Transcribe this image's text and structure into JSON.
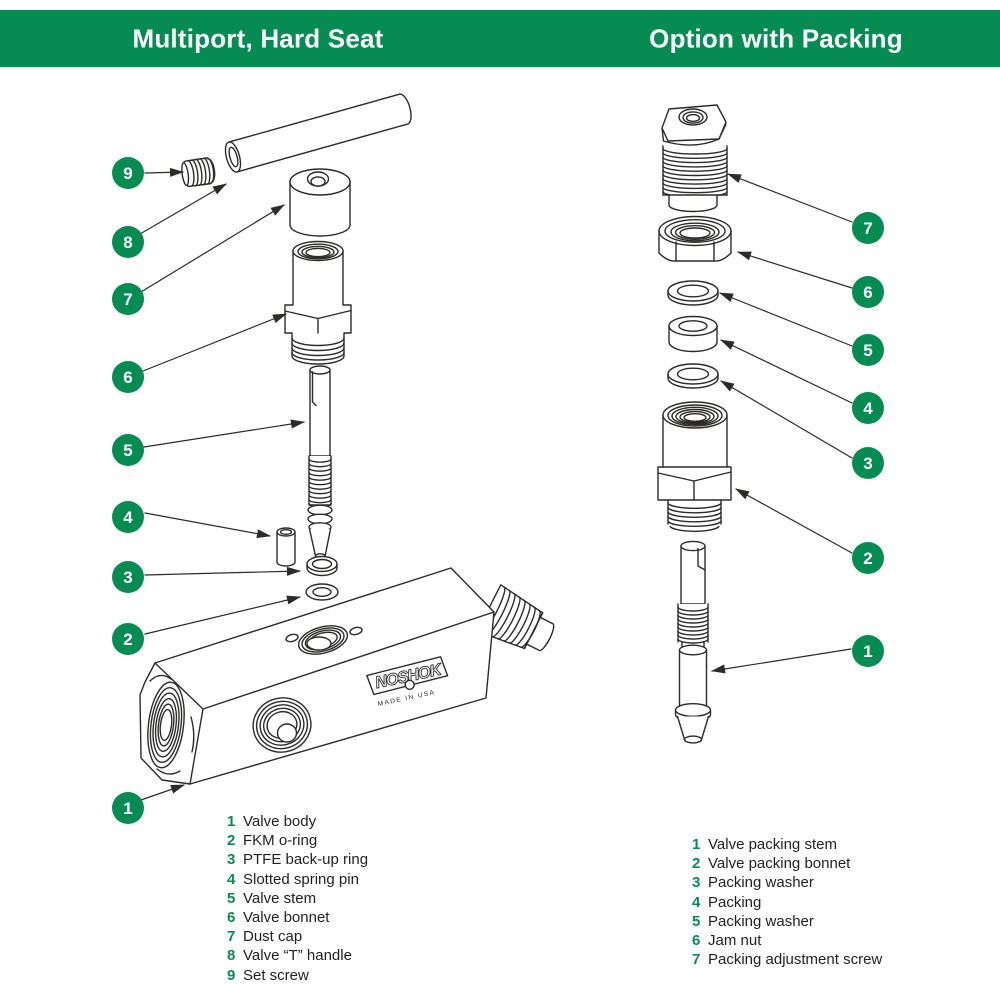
{
  "header": {
    "bar_color": "#068C53",
    "left_title": "Multiport, Hard Seat",
    "right_title": "Option with Packing"
  },
  "branding": {
    "logo_text": "NOSHOK",
    "made_in_text": "MADE IN USA"
  },
  "colors": {
    "accent_green": "#068C53",
    "line": "#2D2B2A",
    "text": "#231F20"
  },
  "left_diagram": {
    "title": "Multiport, Hard Seat",
    "callouts": [
      {
        "number": "9",
        "part": "Set screw"
      },
      {
        "number": "8",
        "part": "Valve “T” handle"
      },
      {
        "number": "7",
        "part": "Dust cap"
      },
      {
        "number": "6",
        "part": "Valve bonnet"
      },
      {
        "number": "5",
        "part": "Valve stem"
      },
      {
        "number": "4",
        "part": "Slotted spring pin"
      },
      {
        "number": "3",
        "part": "PTFE back-up ring"
      },
      {
        "number": "2",
        "part": "FKM o-ring"
      },
      {
        "number": "1",
        "part": "Valve body"
      }
    ]
  },
  "right_diagram": {
    "title": "Option with Packing",
    "callouts": [
      {
        "number": "7",
        "part": "Packing adjustment screw"
      },
      {
        "number": "6",
        "part": "Jam nut"
      },
      {
        "number": "5",
        "part": "Packing washer"
      },
      {
        "number": "4",
        "part": "Packing"
      },
      {
        "number": "3",
        "part": "Packing washer"
      },
      {
        "number": "2",
        "part": "Valve packing bonnet"
      },
      {
        "number": "1",
        "part": "Valve packing stem"
      }
    ]
  },
  "parts_lists": {
    "left": {
      "items": [
        {
          "number": "1",
          "label": "Valve body"
        },
        {
          "number": "2",
          "label": "FKM o-ring"
        },
        {
          "number": "3",
          "label": "PTFE back-up ring"
        },
        {
          "number": "4",
          "label": "Slotted spring pin"
        },
        {
          "number": "5",
          "label": "Valve stem"
        },
        {
          "number": "6",
          "label": "Valve bonnet"
        },
        {
          "number": "7",
          "label": "Dust cap"
        },
        {
          "number": "8",
          "label": "Valve “T” handle"
        },
        {
          "number": "9",
          "label": "Set screw"
        }
      ]
    },
    "right": {
      "items": [
        {
          "number": "1",
          "label": "Valve packing stem"
        },
        {
          "number": "2",
          "label": "Valve packing bonnet"
        },
        {
          "number": "3",
          "label": "Packing washer"
        },
        {
          "number": "4",
          "label": "Packing"
        },
        {
          "number": "5",
          "label": "Packing washer"
        },
        {
          "number": "6",
          "label": "Jam nut"
        },
        {
          "number": "7",
          "label": "Packing adjustment screw"
        }
      ]
    }
  }
}
